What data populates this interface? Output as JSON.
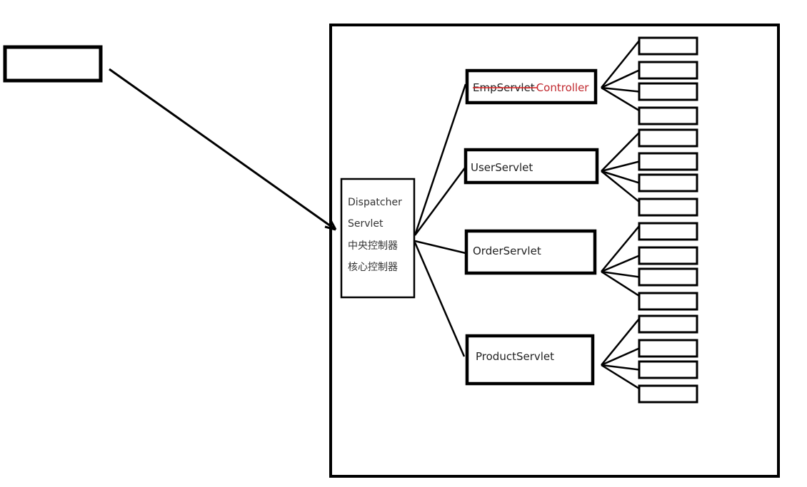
{
  "diagram": {
    "title": "",
    "client_box": {
      "label": ""
    },
    "dispatcher": {
      "lines": [
        "Dispatcher",
        "Servlet",
        "中央控制器",
        "核心控制器"
      ]
    },
    "servlets": [
      {
        "id": "emp",
        "label_struck": "EmpServlet",
        "label_replacement": "Controller",
        "struck_color": "#e02020",
        "replacement_color": "#c0282e",
        "handler_count": 4
      },
      {
        "id": "user",
        "label": "UserServlet",
        "handler_count": 4
      },
      {
        "id": "order",
        "label": "OrderServlet",
        "handler_count": 4
      },
      {
        "id": "product",
        "label": "ProductServlet",
        "handler_count": 4
      }
    ],
    "colors": {
      "stroke": "#000000",
      "text": "#222222",
      "annotation": "#c0282e"
    }
  }
}
